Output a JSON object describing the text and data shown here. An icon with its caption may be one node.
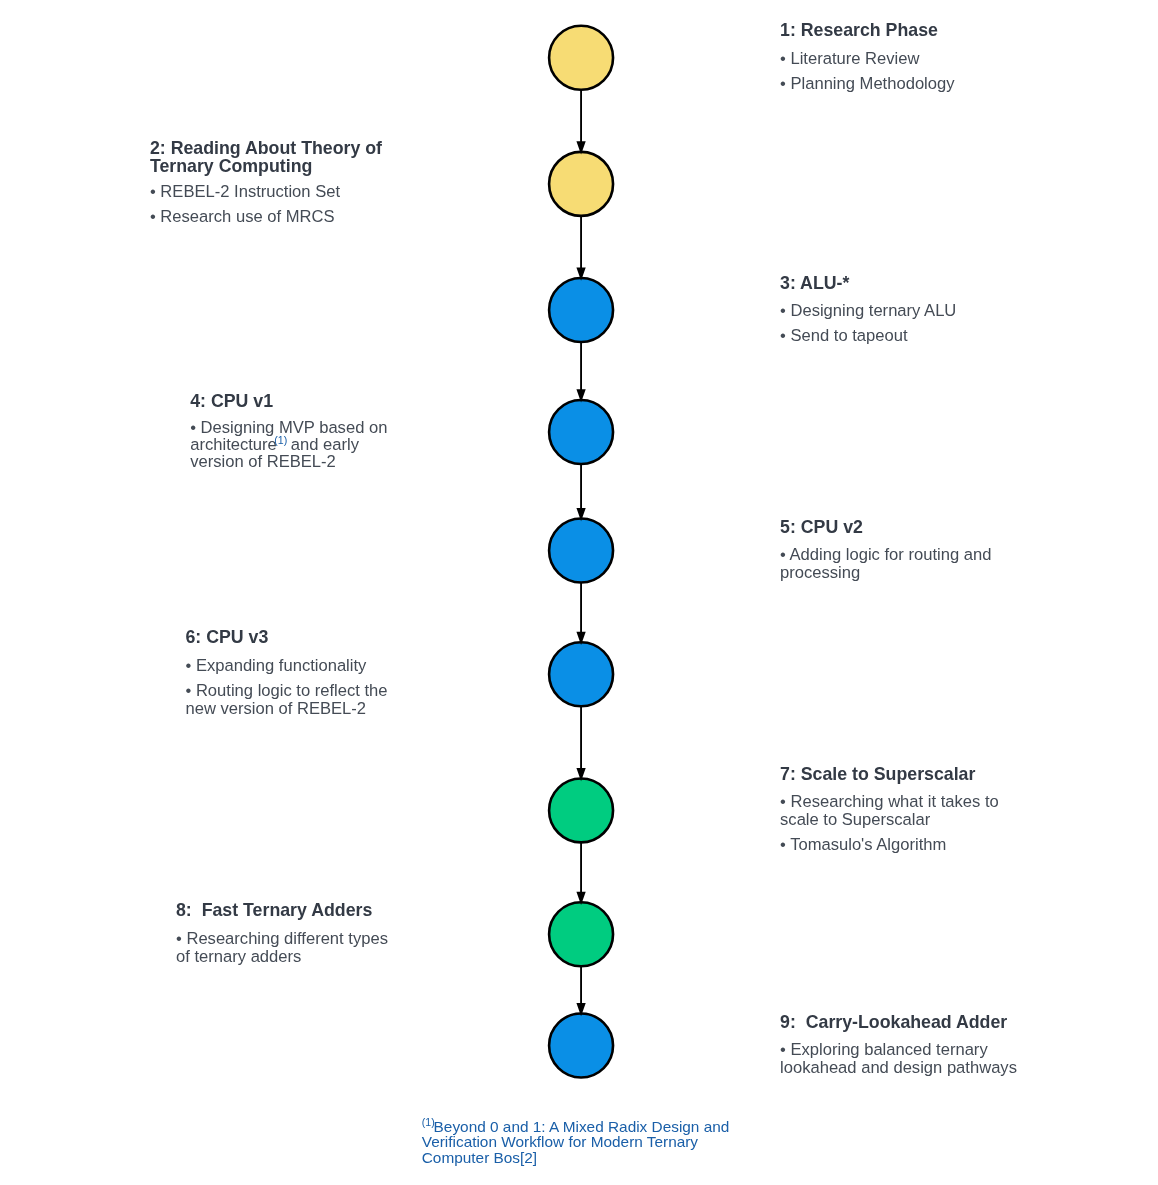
{
  "diagram": {
    "nodes": [
      {
        "text": [],
        "shape": "circle",
        "beside": [
          "1: Research Phase",
          "• Literature Review",
          "• Planning Methodology"
        ]
      },
      {
        "text": [],
        "shape": "circle",
        "beside": [
          "2: Reading About Theory of Ternary Computing",
          "• REBEL-2 Instruction Set",
          "• Research use of MRCS"
        ]
      },
      {
        "text": [],
        "shape": "circle",
        "beside": [
          "3: ALU-*",
          "• Designing ternary ALU",
          "• Send to tapeout"
        ]
      },
      {
        "text": [],
        "shape": "circle",
        "beside": [
          "4: CPU v1",
          "• Designing MVP based on architecture$^{(1)}$ and early version of REBEL-2"
        ]
      },
      {
        "text": [],
        "shape": "circle",
        "beside": [
          "5: CPU v2",
          "• Adding logic for routing and processing"
        ]
      },
      {
        "text": [],
        "shape": "circle",
        "beside": [
          "6: CPU v3",
          "• Expanding functionality",
          "• Routing logic to reflect the new version of REBEL-2"
        ]
      },
      {
        "text": [],
        "shape": "circle",
        "beside": [
          "7: Scale to Superscalar",
          "• Researching what it takes to scale to Superscalar",
          "• Tomasulo's Algorithm"
        ]
      },
      {
        "text": [],
        "shape": "circle",
        "beside": [
          "8:  Fast Ternary Adders",
          "• Researching different types of ternary adders"
        ]
      },
      {
        "text": [],
        "shape": "circle",
        "beside": [
          "9:  Carry-Lookahead Adder",
          "• Exploring balanced ternary lookahead and design pathways"
        ]
      }
    ],
    "edges": [
      {
        "from": 0,
        "to": 1,
        "arrow": "to"
      },
      {
        "from": 1,
        "to": 2,
        "arrow": "to"
      },
      {
        "from": 2,
        "to": 3,
        "arrow": "to"
      },
      {
        "from": 3,
        "to": 4,
        "arrow": "to"
      },
      {
        "from": 4,
        "to": 5,
        "arrow": "to"
      },
      {
        "from": 5,
        "to": 6,
        "arrow": "to"
      },
      {
        "from": 6,
        "to": 7,
        "arrow": "to"
      },
      {
        "from": 7,
        "to": 8,
        "arrow": "to"
      }
    ],
    "labels": [
      "$^{(1)}$Beyond 0 and 1: A Mixed Radix Design and Verification Workflow for Modern Ternary Computer Bos[2]"
    ]
  }
}
